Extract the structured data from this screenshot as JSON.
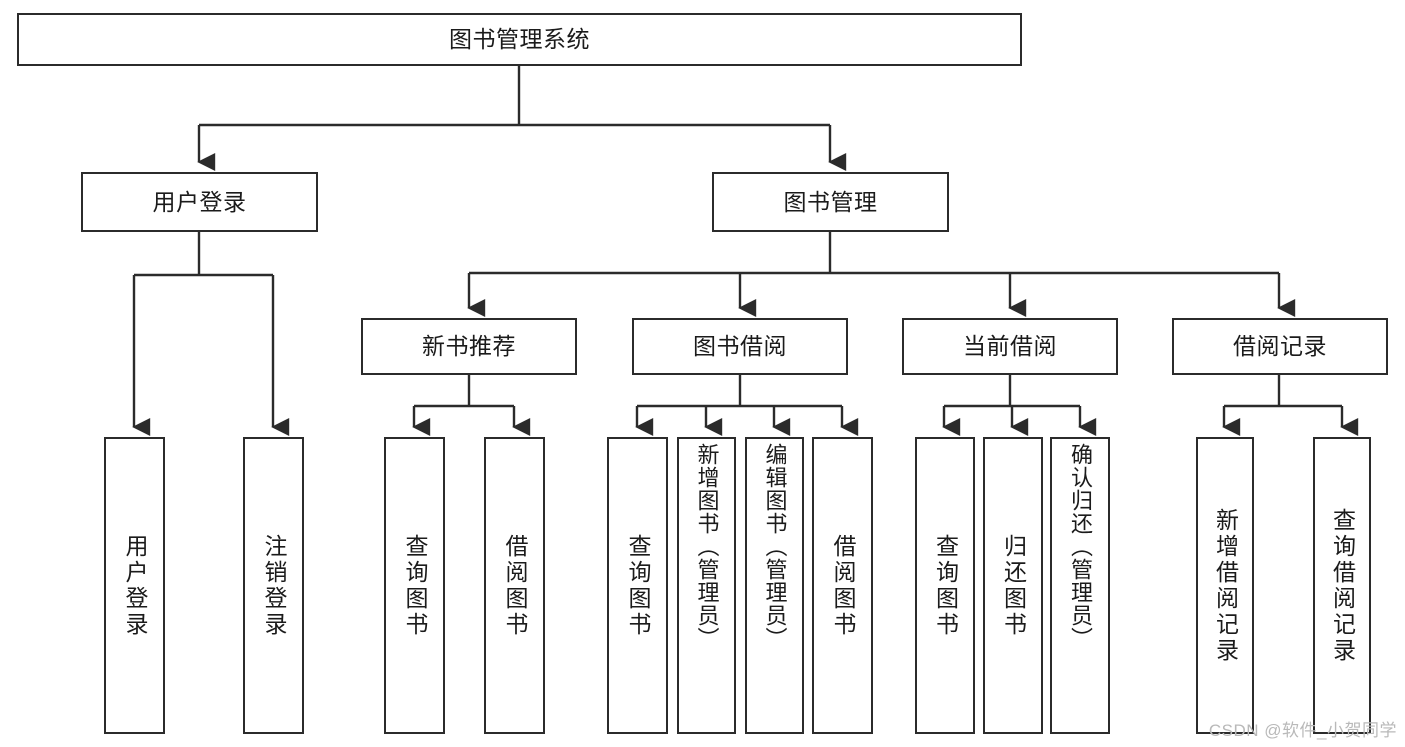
{
  "diagram": {
    "type": "tree-hierarchy",
    "title": "图书管理系统",
    "watermark": "CSDN @软件_小贺同学",
    "style": {
      "box_border_color": "#2b2b2b",
      "box_fill_color": "#ffffff",
      "edge_color": "#2b2b2b",
      "text_color": "#1b1b1b",
      "watermark_color": "#b9b9b9",
      "background": "#ffffff"
    },
    "root": {
      "id": "root",
      "label": "图书管理系统"
    },
    "level2": [
      {
        "id": "user-login",
        "label": "用户登录"
      },
      {
        "id": "book-manage",
        "label": "图书管理"
      }
    ],
    "level3": [
      {
        "id": "new-book-recommend",
        "label": "新书推荐",
        "parent": "book-manage"
      },
      {
        "id": "book-borrow",
        "label": "图书借阅",
        "parent": "book-manage"
      },
      {
        "id": "current-borrow",
        "label": "当前借阅",
        "parent": "book-manage"
      },
      {
        "id": "borrow-record",
        "label": "借阅记录",
        "parent": "book-manage"
      }
    ],
    "leaves": {
      "user_login": [
        {
          "id": "leaf-user-login",
          "label": "用户登录"
        },
        {
          "id": "leaf-logout",
          "label": "注销登录"
        }
      ],
      "new_book_recommend": [
        {
          "id": "leaf-query-book-1",
          "label": "查询图书"
        },
        {
          "id": "leaf-borrow-book-1",
          "label": "借阅图书"
        }
      ],
      "book_borrow": [
        {
          "id": "leaf-query-book-2",
          "label": "查询图书"
        },
        {
          "id": "leaf-add-book",
          "label": "新增图书（管理员）"
        },
        {
          "id": "leaf-edit-book",
          "label": "编辑图书（管理员）"
        },
        {
          "id": "leaf-borrow-book-2",
          "label": "借阅图书"
        }
      ],
      "current_borrow": [
        {
          "id": "leaf-query-book-3",
          "label": "查询图书"
        },
        {
          "id": "leaf-return-book",
          "label": "归还图书"
        },
        {
          "id": "leaf-confirm-return",
          "label": "确认归还（管理员）"
        }
      ],
      "borrow_record": [
        {
          "id": "leaf-add-record",
          "label": "新增借阅记录"
        },
        {
          "id": "leaf-query-record",
          "label": "查询借阅记录"
        }
      ]
    }
  }
}
